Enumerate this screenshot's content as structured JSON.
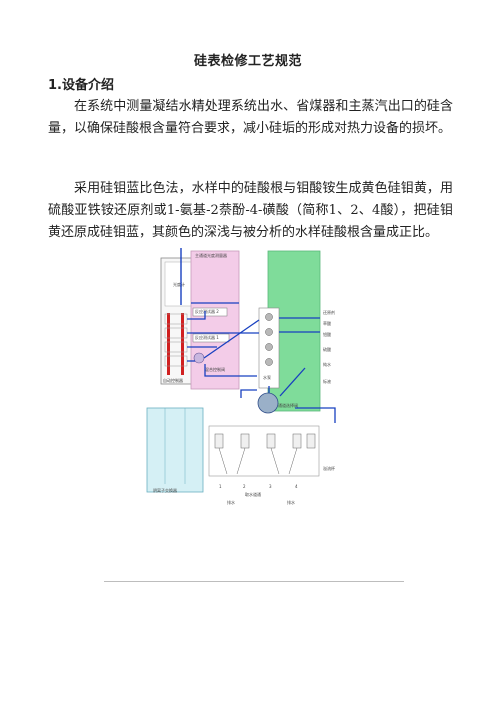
{
  "document": {
    "title": "硅表检修工艺规范",
    "section_heading": "1.设备介绍",
    "paragraphs": [
      "在系统中测量凝结水精处理系统出水、省煤器和主蒸汽出口的硅含量，以确保硅酸根含量符合要求，减小硅垢的形成对热力设备的损坏。",
      "采用硅钼蓝比色法，水样中的硅酸根与钼酸铵生成黄色硅钼黄，用硫酸亚铁铵还原剂或1-氨基-2萘酚-4-磺酸（简称1、2、4酸），把硅钼黄还原成硅钼蓝，其颜色的深浅与被分析的水样硅酸根含量成正比。"
    ]
  },
  "figure": {
    "labels": {
      "photometer": "光度计",
      "top_label": "主通道光度测量器",
      "reaction1": "反应测试器 2",
      "reaction2": "反应测试器 1",
      "mixer": "混合控制阀",
      "auto_controller": "自动控制器",
      "reagent1": "还原剂",
      "reagent2": "草酸",
      "reagent3": "钼酸",
      "reagent4": "硫酸",
      "water": "纯水",
      "standard": "标液",
      "pure_water": "水泵",
      "main_valve": "通道选择阀",
      "resin_box": "阴离子交换器",
      "drain_box": "溢流杯",
      "drain1": "排水",
      "drain2": "排水",
      "manifold": "取水道通",
      "ch1": "1",
      "ch2": "2",
      "ch3": "3",
      "ch4": "4"
    }
  }
}
